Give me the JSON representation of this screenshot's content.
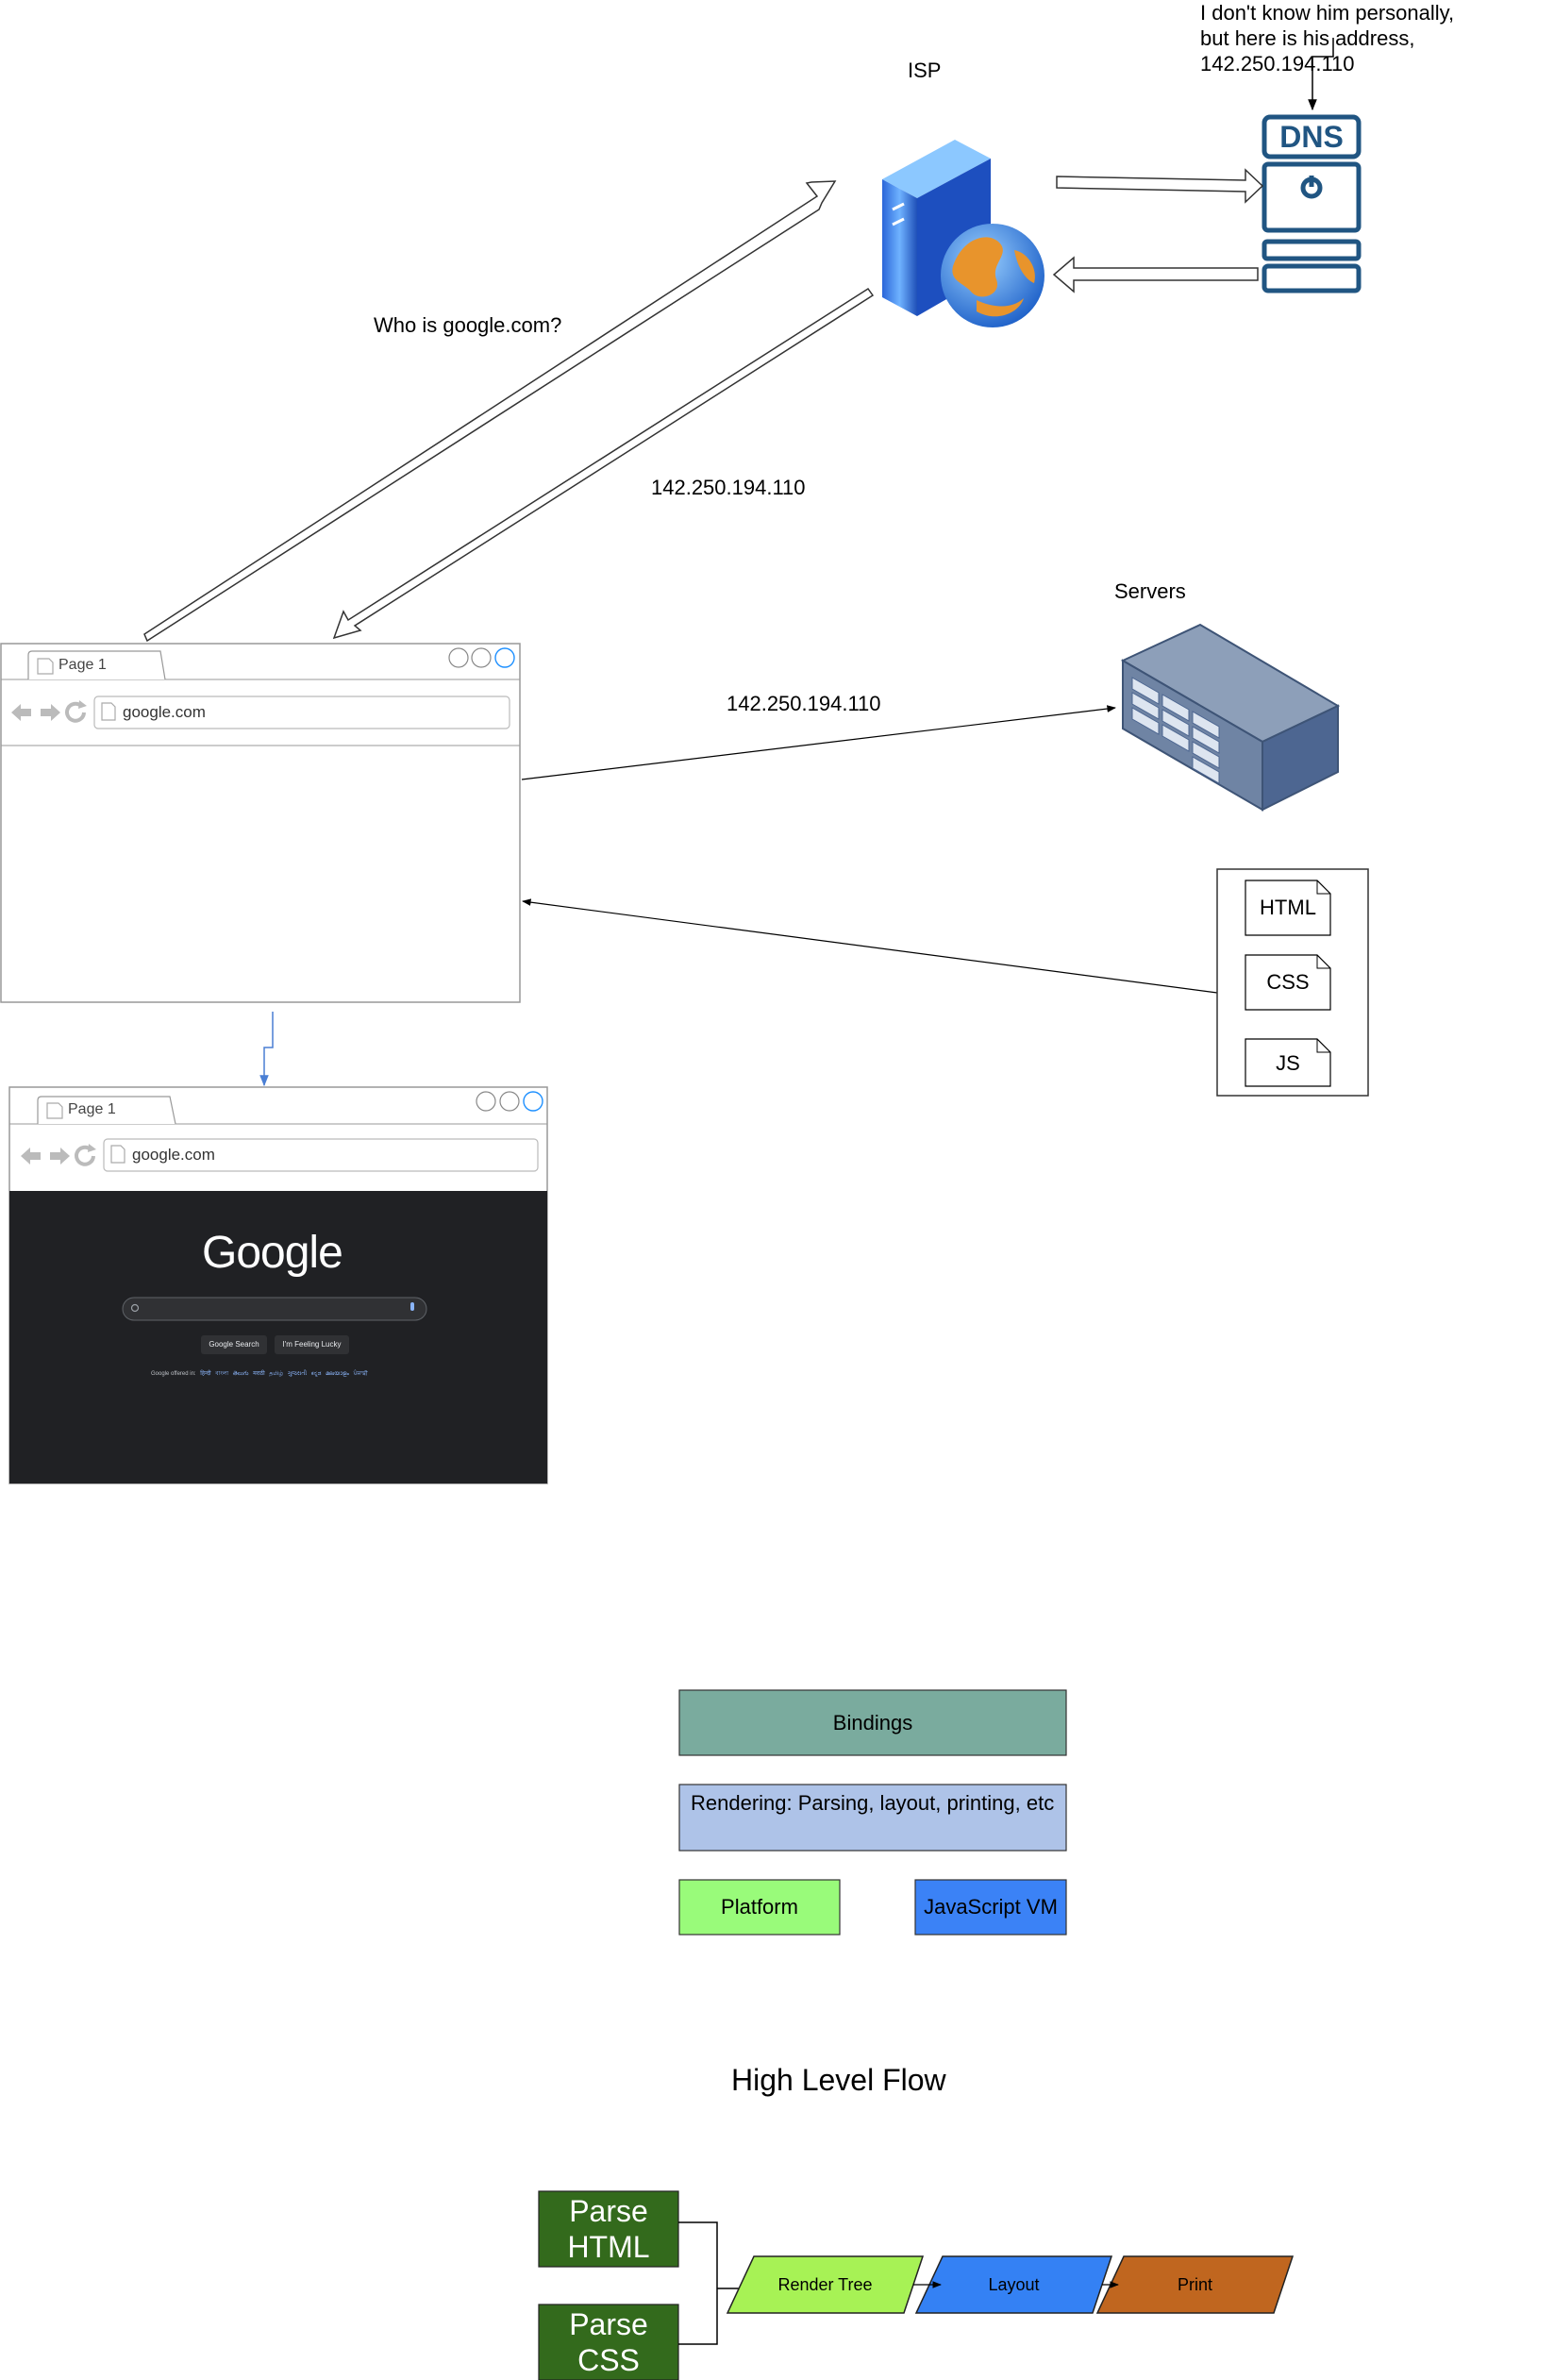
{
  "isp": {
    "label": "ISP"
  },
  "dns": {
    "label": "DNS",
    "reply_lines": [
      "I don't know him personally,",
      "but here is his address,",
      "142.250.194.110"
    ]
  },
  "question": "Who is google.com?",
  "isp_answer_ip": "142.250.194.110",
  "servers": {
    "label": "Servers"
  },
  "request_ip": "142.250.194.110",
  "files": [
    "HTML",
    "CSS",
    "JS"
  ],
  "browser_blank": {
    "tab": "Page 1",
    "url": "google.com"
  },
  "browser_google": {
    "tab": "Page 1",
    "url": "google.com",
    "logo": "Google",
    "search_button": "Google Search",
    "lucky_button": "I'm Feeling Lucky",
    "offered_in": "Google offered in:",
    "languages": [
      "हिन्दी",
      "বাংলা",
      "తెలుగు",
      "मराठी",
      "தமிழ்",
      "ગુજરાતી",
      "ಕನ್ನಡ",
      "മലയാളം",
      "ਪੰਜਾਬੀ"
    ]
  },
  "architecture": {
    "bindings": "Bindings",
    "rendering": "Rendering: Parsing, layout, printing, etc",
    "platform": "Platform",
    "js_vm": "JavaScript VM",
    "colors": {
      "bindings": "#7aab9e",
      "rendering": "#aec3e8",
      "platform": "#99fb7a",
      "js_vm": "#3b82f6"
    }
  },
  "flow": {
    "title": "High Level Flow",
    "parse_html": [
      "Parse",
      "HTML"
    ],
    "parse_css": [
      "Parse",
      "CSS"
    ],
    "render_tree": "Render Tree",
    "layout": "Layout",
    "print": "Print",
    "colors": {
      "parse": "#336a1c",
      "render_tree": "#a7f255",
      "layout": "#3481f4",
      "print": "#c0661f"
    }
  }
}
